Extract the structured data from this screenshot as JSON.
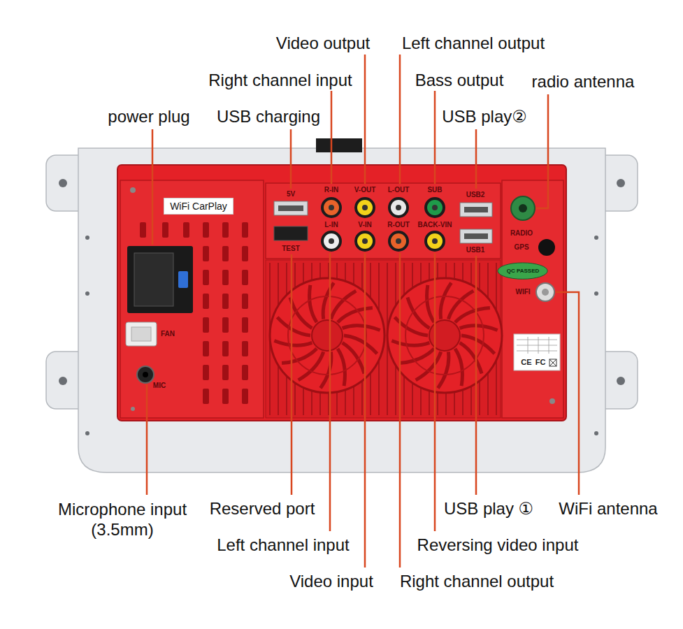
{
  "diagram": {
    "nodes": [
      {
        "text": [
          "WiFi CarPlay"
        ]
      },
      {
        "text": [
          "QC PASSED"
        ]
      }
    ],
    "labels": [
      "power plug",
      "USB charging",
      "Right channel input",
      "Video output",
      "Left channel output",
      "Bass output",
      "radio antenna",
      "USB play②",
      "Microphone input (3.5mm)",
      "Reserved port",
      "Left channel input",
      "Video input",
      "Right channel output",
      "Reversing video input",
      "USB play ①",
      "WiFi antenna",
      "5V",
      "TEST",
      "R-IN",
      "V-OUT",
      "L-OUT",
      "SUB",
      "L-IN",
      "V-IN",
      "R-OUT",
      "BACK-VIN",
      "USB2",
      "USB1",
      "RADIO",
      "GPS",
      "WIFI",
      "MIC",
      "FAN",
      "CE",
      "FC"
    ]
  }
}
